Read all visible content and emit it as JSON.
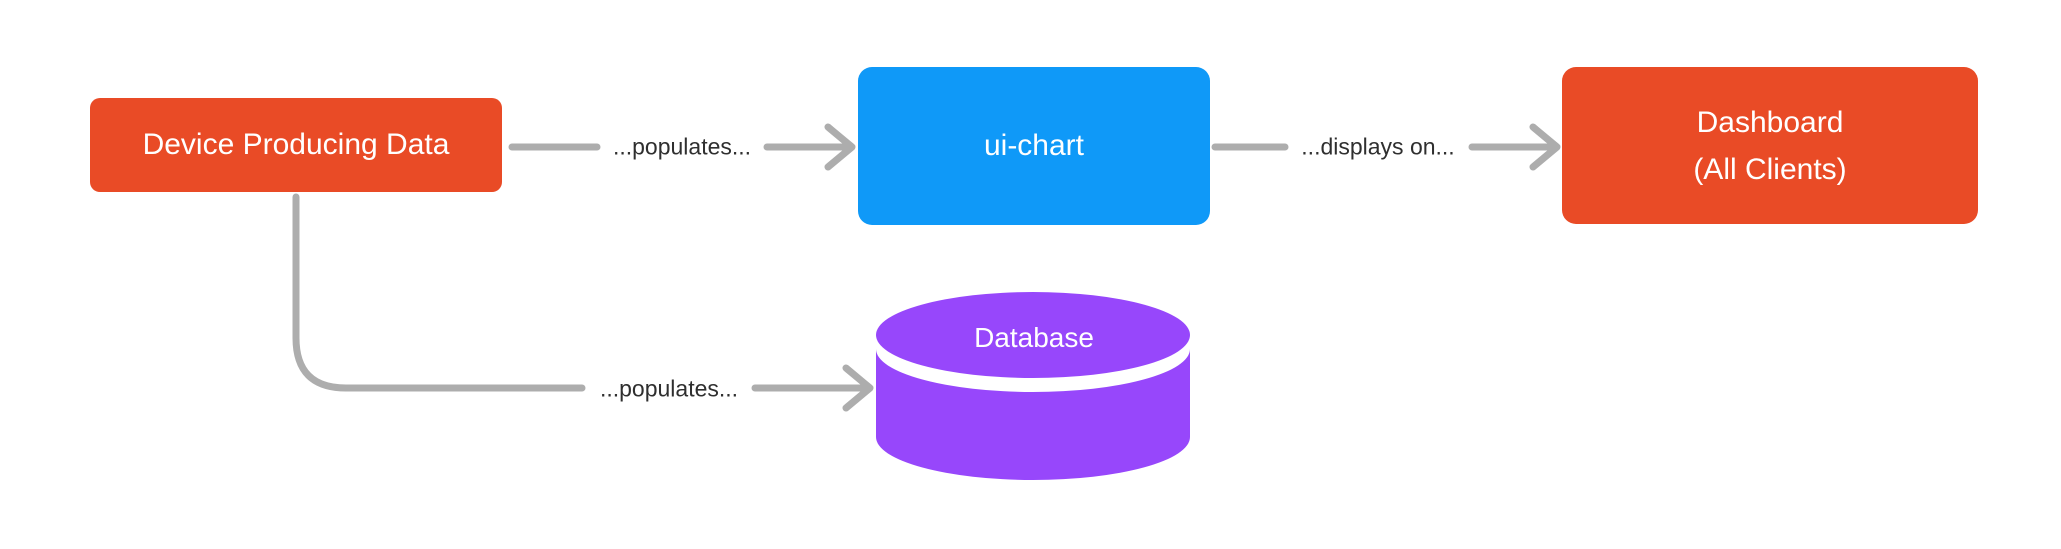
{
  "canvas": {
    "background": "#FFFFFF"
  },
  "nodes": {
    "device": {
      "label": "Device Producing Data",
      "shape": "rounded-rect",
      "fill": "#E94B26",
      "text_color": "#FFFFFF"
    },
    "ui_chart": {
      "label": "ui-chart",
      "shape": "rounded-rect",
      "fill": "#0F99F8",
      "text_color": "#FFFFFF"
    },
    "dashboard": {
      "label_line1": "Dashboard",
      "label_line2": "(All Clients)",
      "shape": "rounded-rect",
      "fill": "#E94B26",
      "text_color": "#FFFFFF"
    },
    "database": {
      "label": "Database",
      "shape": "cylinder",
      "fill": "#9747FB",
      "text_color": "#FFFFFF"
    }
  },
  "edges": [
    {
      "from": "device",
      "to": "ui_chart",
      "label": "...populates..."
    },
    {
      "from": "ui_chart",
      "to": "dashboard",
      "label": "...displays on..."
    },
    {
      "from": "device",
      "to": "database",
      "label": "...populates..."
    }
  ],
  "style": {
    "connector_color": "#ADADAD",
    "edge_label_color": "#2F2F2F"
  }
}
